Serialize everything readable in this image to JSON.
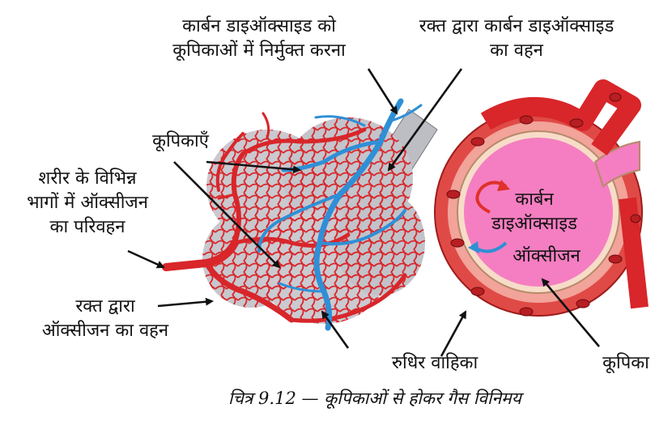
{
  "labels": {
    "co2_release": [
      "कार्बन डाइऑक्साइड को",
      "कूपिकाओं में निर्मुक्त करना"
    ],
    "co2_transport": [
      "रक्त द्वारा कार्बन डाइऑक्साइड",
      "का वहन"
    ],
    "alveoli_plural": "कूपिकाएँ",
    "oxygen_transport_body": [
      "शरीर के विभिन्न",
      "भागों में ऑक्सीजन",
      "का परिवहन"
    ],
    "oxygen_by_blood": [
      "रक्त द्वारा",
      "ऑक्सीजन का वहन"
    ],
    "co2_inside": [
      "कार्बन",
      "डाइऑक्साइड"
    ],
    "oxygen_inside": "ऑक्सीजन",
    "blood_vessel": "रुधिर वाहिका",
    "alveolus": "कूपिका"
  },
  "caption": "चित्र 9.12 — कूपिकाओं से होकर गैस विनिमय",
  "colors": {
    "artery_red": "#d8262a",
    "vein_blue": "#2f8fd6",
    "alveolus_pink": "#f47ec1",
    "alveolus_grey": "#c9c9cf",
    "capillary_wall": "#e8544f"
  }
}
